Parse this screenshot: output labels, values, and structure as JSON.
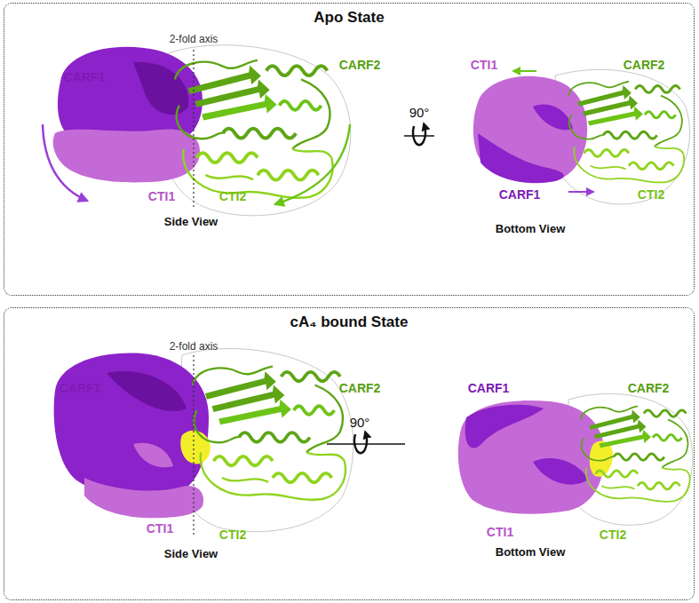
{
  "diagram": {
    "nodes": [
      {
        "text": [
          "Apo State"
        ]
      },
      {
        "text": [
          "cA₄ bound State"
        ]
      }
    ],
    "labels": [
      "2-fold axis",
      "CARF1",
      "CARF2",
      "90°",
      "CTI1",
      "CARF2",
      "CTI1",
      "CTI2",
      "Side View",
      "CARF1",
      "CTI2",
      "Bottom View",
      "2-fold axis",
      "CARF1",
      "CARF2",
      "90°",
      "CARF1",
      "CARF2",
      "CTI1",
      "CTI2",
      "Side View",
      "CTI1",
      "CTI2",
      "Bottom View"
    ]
  }
}
